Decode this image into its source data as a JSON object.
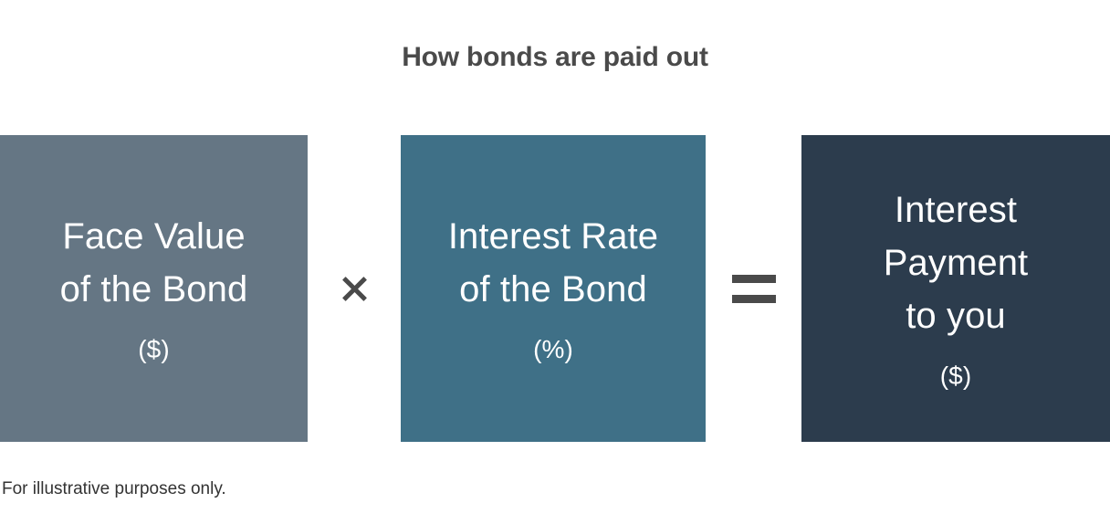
{
  "page": {
    "title": "How bonds are paid out",
    "background_color": "#ffffff",
    "footnote": "For illustrative purposes only."
  },
  "chart_data": {
    "type": "diagram",
    "title": "How bonds are paid out",
    "subtitle": "",
    "annotations": [
      "For illustrative purposes only."
    ],
    "layout": "horizontal-equation",
    "terms": [
      {
        "id": "face-value",
        "label": "Face Value\nof the Bond",
        "label_line_1": "Face Value",
        "label_line_2": "of the Bond",
        "unit": "($)",
        "color": "#657684"
      },
      {
        "id": "interest-rate",
        "label": "Interest Rate\nof the Bond",
        "label_line_1": "Interest Rate",
        "label_line_2": "of the Bond",
        "unit": "(%)",
        "color": "#3f7087"
      },
      {
        "id": "interest-payment",
        "label": "Interest\nPayment\nto you",
        "label_line_1": "Interest",
        "label_line_2": "Payment",
        "label_line_3": "to you",
        "unit": "($)",
        "color": "#2c3c4d"
      }
    ],
    "operators": [
      {
        "id": "multiply",
        "symbol": "×",
        "name": "multiplication-sign",
        "color": "#4a4a4a"
      },
      {
        "id": "equals",
        "symbol": "=",
        "name": "equals-sign",
        "color": "#4a4a4a"
      }
    ],
    "equation": "Face Value of the Bond ($) × Interest Rate of the Bond (%) = Interest Payment to you ($)"
  }
}
